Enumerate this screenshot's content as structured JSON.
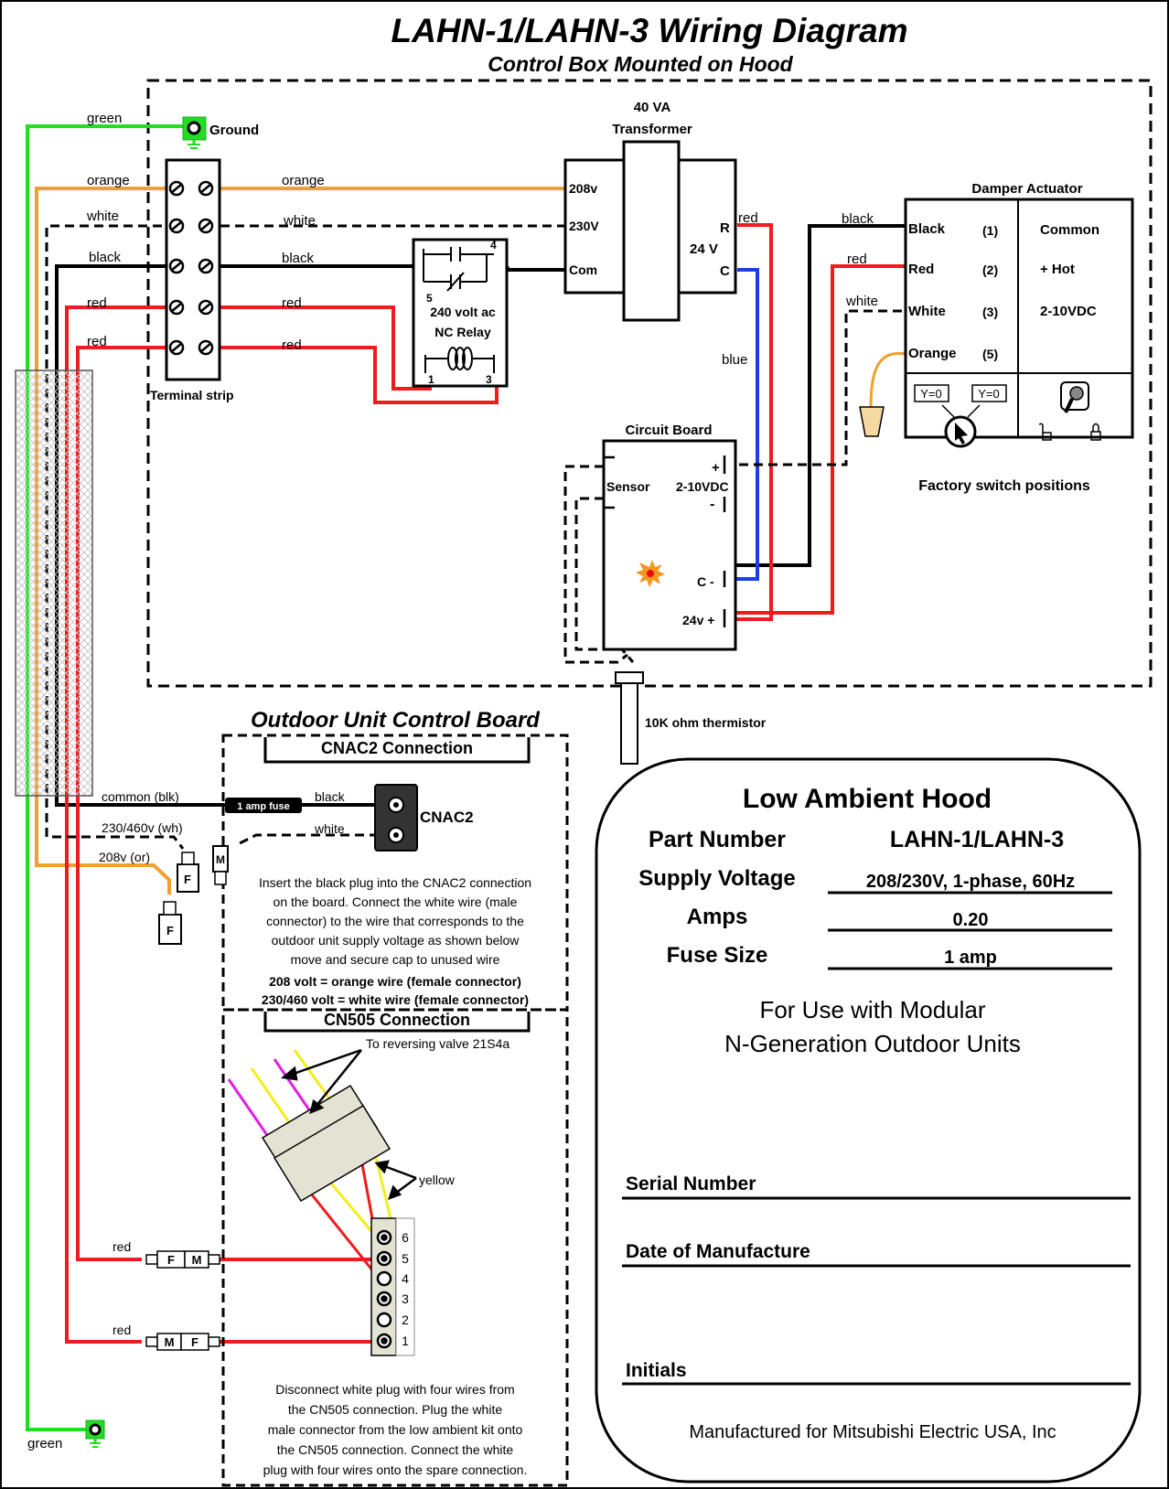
{
  "title": "LAHN-1/LAHN-3 Wiring Diagram",
  "subtitle": "Control Box Mounted on Hood",
  "colors": {
    "green": "#22dd22",
    "orange": "#f0a030",
    "red": "#ee1c1c",
    "blue": "#1a3ee8",
    "yellow": "#f2ee1c",
    "magenta": "#e020e0",
    "black": "#000000"
  },
  "labels": {
    "ground": "Ground",
    "terminal_strip": "Terminal strip",
    "transformer_line1": "40 VA",
    "transformer_line2": "Transformer",
    "v208": "208v",
    "v230": "230V",
    "com": "Com",
    "r": "R",
    "c": "C",
    "v24": "24 V",
    "relay_line1": "240 volt ac",
    "relay_line2": "NC Relay",
    "relay_pin4": "4",
    "relay_pin5": "5",
    "relay_pin1": "1",
    "relay_pin3": "3",
    "circuit_board": "Circuit Board",
    "sensor": "Sensor",
    "vdc": "2-10VDC",
    "plus": "+",
    "minus": "-",
    "c_minus": "C -",
    "v24_plus": "24v +",
    "thermistor": "10K ohm thermistor",
    "factory_switch": "Factory switch positions",
    "y0": "Y=0",
    "fuse": "1 amp fuse",
    "cnac2": "CNAC2",
    "connector_f": "F",
    "connector_m": "M"
  },
  "wire_labels": {
    "green": "green",
    "orange": "orange",
    "white": "white",
    "black": "black",
    "red": "red",
    "blue": "blue",
    "yellow": "yellow",
    "common_blk": "common (blk)",
    "v230_460_wh": "230/460v (wh)",
    "v208_or": "208v (or)"
  },
  "damper": {
    "title": "Damper Actuator",
    "rows": [
      {
        "wire": "Black",
        "num": "(1)",
        "func": "Common"
      },
      {
        "wire": "Red",
        "num": "(2)",
        "func": "+ Hot"
      },
      {
        "wire": "White",
        "num": "(3)",
        "func": "2-10VDC"
      },
      {
        "wire": "Orange",
        "num": "(5)",
        "func": ""
      }
    ]
  },
  "outdoor": {
    "title": "Outdoor Unit Control Board",
    "cnac2_header": "CNAC2 Connection",
    "cn505_header": "CN505 Connection",
    "cnac2_instructions": [
      "Insert the black plug into the CNAC2 connection",
      "on the board. Connect the white wire (male",
      "connector) to the wire that corresponds to the",
      "outdoor unit supply voltage as shown below",
      "move and secure cap to unused wire"
    ],
    "bold_notes": [
      "208 volt = orange wire (female connector)",
      "230/460 volt = white wire (female connector)"
    ],
    "reversing_valve": "To reversing valve 21S4a",
    "pins": [
      "6",
      "5",
      "4",
      "3",
      "2",
      "1"
    ],
    "cn505_instructions": [
      "Disconnect white plug with four wires from",
      "the CN505 connection. Plug the white",
      "male connector from the low ambient kit onto",
      "the CN505 connection. Connect the white",
      "plug with four wires onto the spare connection."
    ]
  },
  "label_card": {
    "title": "Low Ambient Hood",
    "rows": [
      {
        "name": "Part Number",
        "value": "LAHN-1/LAHN-3"
      },
      {
        "name": "Supply Voltage",
        "value": "208/230V, 1-phase, 60Hz"
      },
      {
        "name": "Amps",
        "value": "0.20"
      },
      {
        "name": "Fuse Size",
        "value": "1 amp"
      }
    ],
    "use_line1": "For Use with Modular",
    "use_line2": "N-Generation Outdoor Units",
    "serial": "Serial Number",
    "date": "Date of Manufacture",
    "initials": "Initials",
    "footer": "Manufactured for Mitsubishi Electric USA, Inc"
  }
}
